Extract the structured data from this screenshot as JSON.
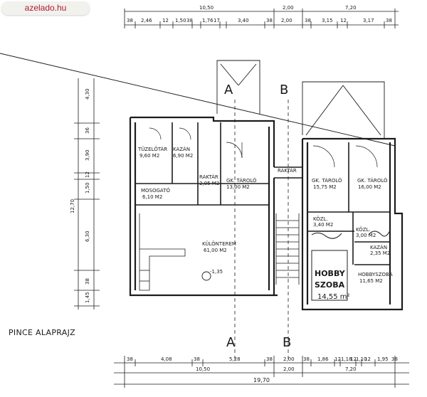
{
  "watermark": "azelado.hu",
  "plan_title": "PINCE ALAPRAJZ",
  "section_markers": [
    "A",
    "B"
  ],
  "overall_dimension": "19,70",
  "rooms": [
    {
      "name": "TÜZELŐTÁR",
      "area": "9,60 M2"
    },
    {
      "name": "KAZÁN",
      "area": "6,90 M2"
    },
    {
      "name": "RAKTÁR",
      "area": "2,05 M2"
    },
    {
      "name": "GK. TÁROLÓ",
      "area": "13,00 M2"
    },
    {
      "name": "RAKTÁR",
      "area": ""
    },
    {
      "name": "GK. TÁROLÓ",
      "area": "15,75 M2"
    },
    {
      "name": "GK. TÁROLÓ",
      "area": "16,00 M2"
    },
    {
      "name": "MOSOGATÓ",
      "area": "6,10 M2"
    },
    {
      "name": "KÜLÖNTEREM",
      "area": "61,00 M2"
    },
    {
      "name": "KÖZL.",
      "area": "3,40 M2"
    },
    {
      "name": "KÖZL.",
      "area": "3,00 M2"
    },
    {
      "name": "KAZÁN",
      "area": "2,35 M2"
    },
    {
      "name": "HOBBYSZOBA",
      "area": "11,65 M2"
    }
  ],
  "handwritten_notes": [
    "HOBBY",
    "SZOBA",
    "14,55 m²"
  ],
  "top_dimensions": [
    "38",
    "2,46",
    "12",
    "1,50",
    "38",
    "1,76",
    "17",
    "3,40",
    "38",
    "2,00",
    "38",
    "3,15",
    "12",
    "3,17",
    "38"
  ],
  "top_overall": [
    "10,50",
    "2,00",
    "7,20"
  ],
  "bottom_dimensions": [
    "38",
    "4,08",
    "38",
    "5,28",
    "38",
    "2,00",
    "38",
    "1,86",
    "12",
    "1,18",
    "12",
    "1,10",
    "12",
    "1,95",
    "38"
  ],
  "bottom_overall": [
    "10,50",
    "2,00",
    "7,20"
  ],
  "left_dimensions": [
    "4,30",
    "36",
    "3,90",
    "12",
    "1,50",
    "6,30",
    "38",
    "1,45"
  ],
  "left_overall": "12,70",
  "level_mark": "-1,35"
}
